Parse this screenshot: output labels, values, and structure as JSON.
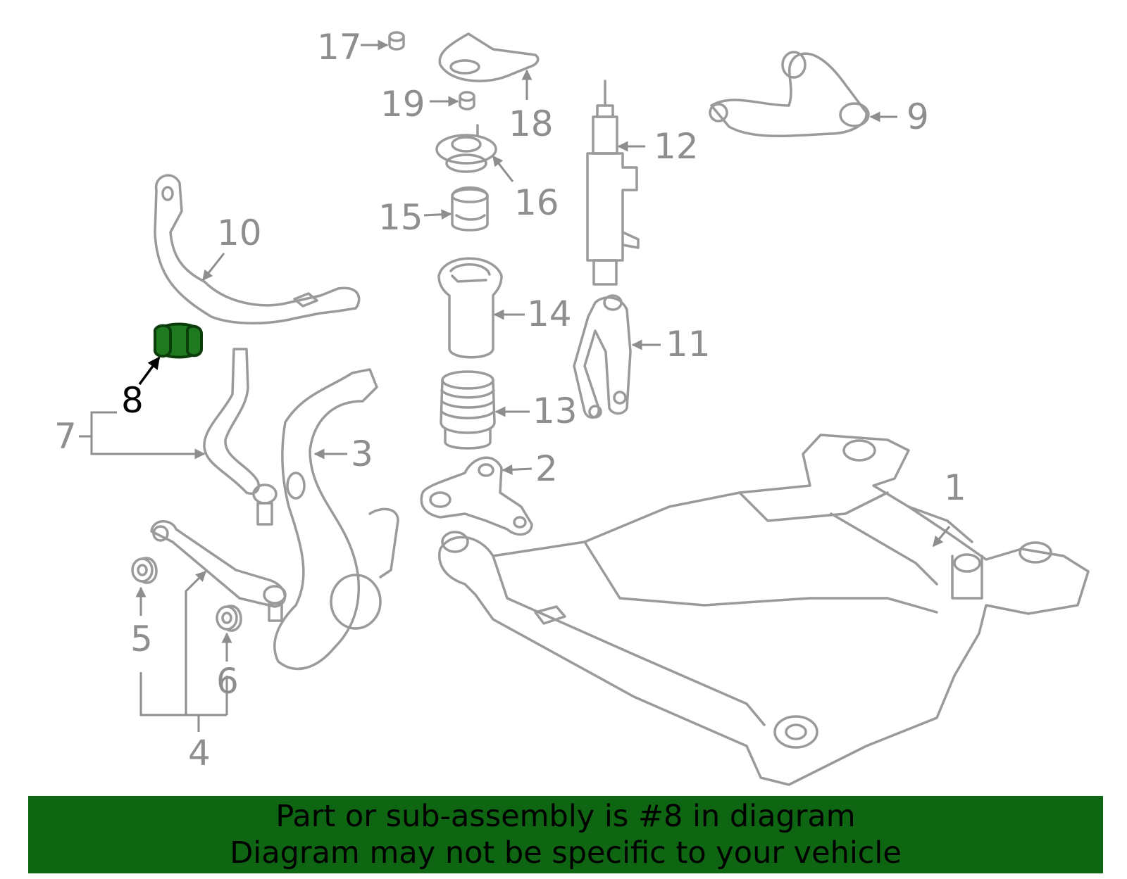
{
  "callouts": {
    "c1": "1",
    "c2": "2",
    "c3": "3",
    "c4": "4",
    "c5": "5",
    "c6": "6",
    "c7": "7",
    "c8": "8",
    "c9": "9",
    "c10": "10",
    "c11": "11",
    "c12": "12",
    "c13": "13",
    "c14": "14",
    "c15": "15",
    "c16": "16",
    "c17": "17",
    "c18": "18",
    "c19": "19"
  },
  "highlight": {
    "part": "8",
    "color": "#1f7a1f"
  },
  "colors": {
    "line": "#9a9a9a",
    "banner": "#0e6512"
  },
  "banner": {
    "line1": "Part or sub-assembly is #8 in diagram",
    "line2": "Diagram may not be specific to your vehicle"
  }
}
